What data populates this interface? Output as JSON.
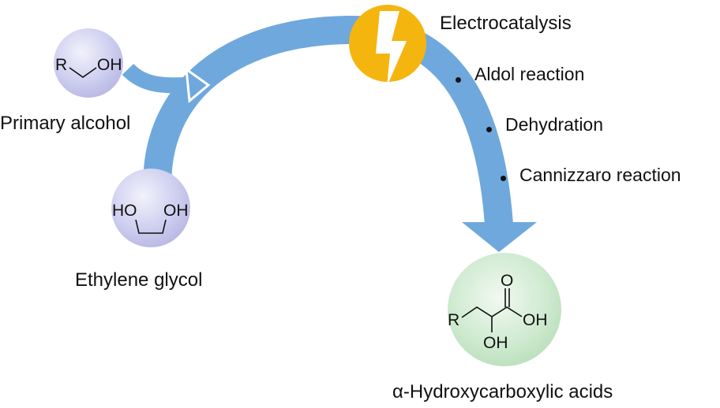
{
  "diagram": {
    "colors": {
      "arrow": "#6fa8dc",
      "catalyst": "#f5b50f",
      "reactant_bubble": "#c9c9ee",
      "product_bubble": "#c3e4c3"
    },
    "reactants": [
      {
        "name": "Primary alcohol",
        "structure": {
          "r": "R",
          "oh": "OH"
        }
      },
      {
        "name": "Ethylene glycol",
        "structure": {
          "ho": "HO",
          "oh": "OH"
        }
      }
    ],
    "catalyst": {
      "label": "Electrocatalysis",
      "icon": "lightning-bolt-icon"
    },
    "steps": [
      {
        "label": "Aldol reaction"
      },
      {
        "label": "Dehydration"
      },
      {
        "label": "Cannizzaro reaction"
      }
    ],
    "product": {
      "name": "α-Hydroxycarboxylic acids",
      "structure": {
        "r": "R",
        "o": "O",
        "oh_acid": "OH",
        "oh_alpha": "OH"
      }
    }
  }
}
